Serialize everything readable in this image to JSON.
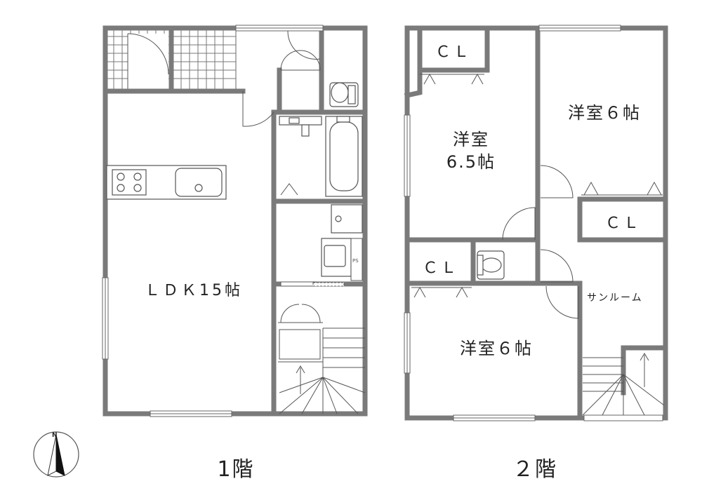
{
  "floor1": {
    "floor_label": "1階",
    "ldk_label": "ＬＤＫ15帖",
    "ps_label": "PS"
  },
  "floor2": {
    "floor_label": "２階",
    "room_a_line1": "洋室",
    "room_a_line2": "6.5帖",
    "room_b_label": "洋室６帖",
    "room_c_label": "洋室６帖",
    "closet_labels": [
      "ＣＬ",
      "ＣＬ",
      "ＣＬ"
    ],
    "sunroom_label": "サンルーム"
  },
  "compass": {
    "north_label": "N",
    "icon": "north-arrow-icon"
  },
  "colors": {
    "wall": "#7a7a7a",
    "fixture": "#555555",
    "tile": "#666666",
    "background": "#ffffff"
  }
}
